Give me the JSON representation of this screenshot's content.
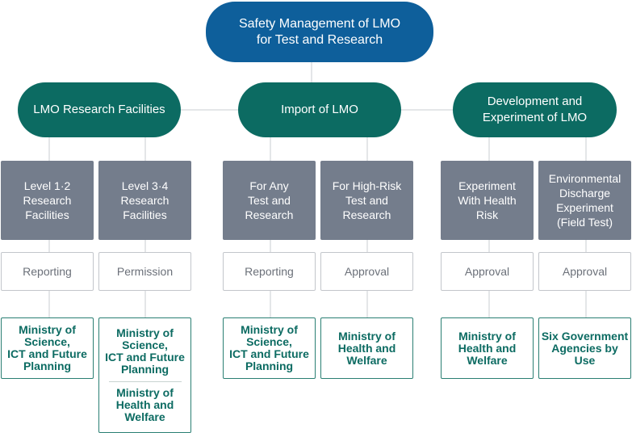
{
  "root": {
    "label": "Safety Management of LMO\nfor Test and Research"
  },
  "categories": [
    {
      "label": "LMO Research Facilities"
    },
    {
      "label": "Import of LMO"
    },
    {
      "label": "Development and\nExperiment of LMO"
    }
  ],
  "items": [
    {
      "label": "Level 1·2\nResearch\nFacilities",
      "status": "Reporting",
      "agencies": [
        "Ministry of\nScience,\nICT and Future\nPlanning"
      ]
    },
    {
      "label": "Level 3·4\nResearch\nFacilities",
      "status": "Permission",
      "agencies": [
        "Ministry of\nScience,\nICT and Future\nPlanning",
        "Ministry of\nHealth and\nWelfare"
      ]
    },
    {
      "label": "For Any\nTest and\nResearch",
      "status": "Reporting",
      "agencies": [
        "Ministry of\nScience,\nICT and Future\nPlanning"
      ]
    },
    {
      "label": "For High-Risk\nTest and\nResearch",
      "status": "Approval",
      "agencies": [
        "Ministry of\nHealth and\nWelfare"
      ]
    },
    {
      "label": "Experiment\nWith Health\nRisk",
      "status": "Approval",
      "agencies": [
        "Ministry of\nHealth and\nWelfare"
      ]
    },
    {
      "label": "Environmental\nDischarge\nExperiment\n(Field Test)",
      "status": "Approval",
      "agencies": [
        "Six Government\nAgencies by\nUse"
      ]
    }
  ],
  "colors": {
    "root": "#0e5f9b",
    "category": "#0c6b62",
    "item": "#747d8c",
    "agency": "#0c6b62",
    "line": "#c9ccd1"
  }
}
